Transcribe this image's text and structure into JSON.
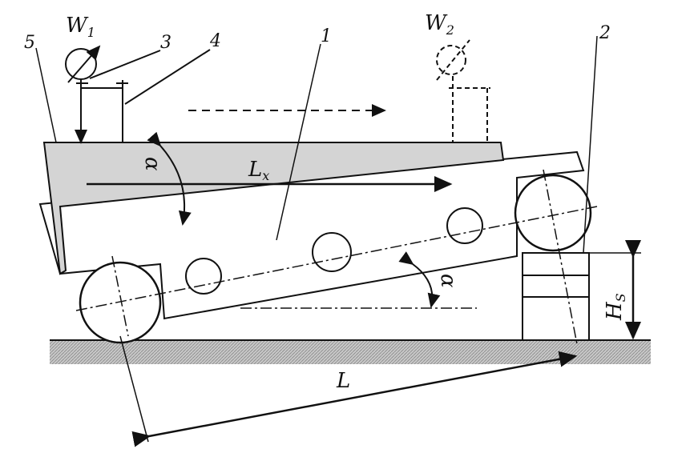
{
  "labels": {
    "w1_main": "W",
    "w1_sub": "1",
    "w2_main": "W",
    "w2_sub": "2",
    "part1": "1",
    "part2": "2",
    "part3": "3",
    "part4": "4",
    "part5": "5",
    "alpha_top": "α",
    "alpha_bottom": "α",
    "lx_main": "L",
    "lx_sub": "x",
    "l": "L",
    "hs_main": "H",
    "hs_sub": "S"
  },
  "colors": {
    "load": "#d4d4d4",
    "ground": "#bdbdbd",
    "line": "#111111"
  }
}
